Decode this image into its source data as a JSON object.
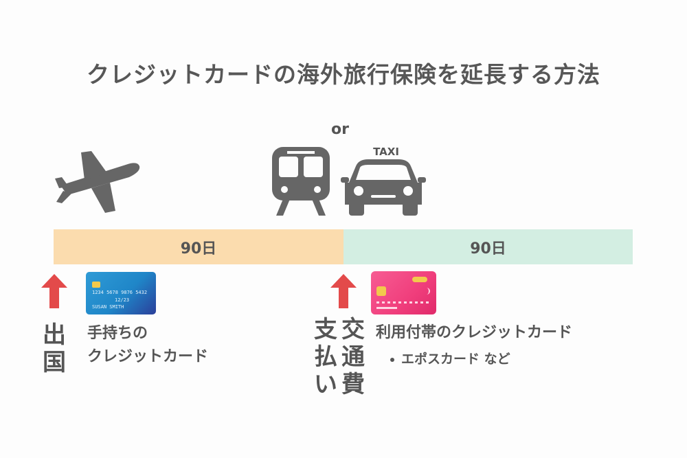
{
  "title": "クレジットカードの海外旅行保険を延長する方法",
  "or_label": "or",
  "taxi_sign": "TAXI",
  "timeline": {
    "left_label": "90日",
    "right_label": "90日",
    "left_color": "#fbdcae",
    "right_color": "#d3eee2"
  },
  "departure": {
    "label_vertical": "出\n国",
    "card_caption_line1": "手持ちの",
    "card_caption_line2": "クレジットカード"
  },
  "payment": {
    "label_col1": "支\n払\nい",
    "label_col2": "交\n通\n費",
    "card_caption": "利用付帯のクレジットカード",
    "bullet_item": "エポスカード など"
  },
  "blue_card": {
    "number": "1234 5678 9876 5432",
    "expiry": "12/23",
    "name": "SUSAN SMITH",
    "color": "#1f86c8"
  },
  "pink_card": {
    "color": "#f03e7c"
  },
  "icons": [
    "airplane-icon",
    "train-icon",
    "taxi-icon",
    "arrow-up-icon",
    "credit-card-icon"
  ],
  "arrow_color": "#e34a4a"
}
